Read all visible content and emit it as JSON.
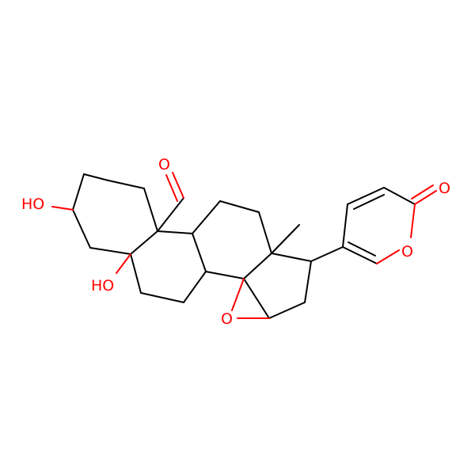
{
  "colors": {
    "carbon_bond": "#000000",
    "oxygen": "#ff0000",
    "background": "#ffffff"
  },
  "labels": {
    "ho_top": "HO",
    "ho_bottom": "HO",
    "epoxide_o": "O",
    "aldehyde_o": "O",
    "ring_o": "O",
    "carbonyl_o": "O"
  }
}
